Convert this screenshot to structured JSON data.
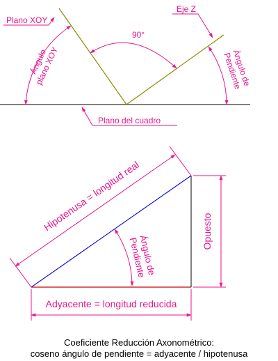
{
  "colors": {
    "annotation": "#e8168c",
    "plane": "#8a8a00",
    "hypotenuse": "#1414d2",
    "line": "#000000",
    "adjacent": "#cc0000"
  },
  "top": {
    "plano_xoy": "Plano XOY",
    "eje_z": "Eje Z",
    "angle_90": "90°",
    "angulo_plano_line1": "Ángulo",
    "angulo_plano_line2": "plano XOY",
    "angulo_pendiente_line1": "Ángulo de",
    "angulo_pendiente_line2": "Pendiente",
    "plano_cuadro": "Plano del cuadro"
  },
  "triangle": {
    "hipotenusa": "Hipotenusa = longitud real",
    "angulo_line1": "Ángulo de",
    "angulo_line2": "Pendiente",
    "opuesto": "Opuesto",
    "adyacente": "Adyacente = longitud reducida"
  },
  "caption": {
    "line1": "Coeficiente Reducción Axonométrico:",
    "line2": "coseno ángulo de pendiente =  adyacente / hipotenusa"
  }
}
